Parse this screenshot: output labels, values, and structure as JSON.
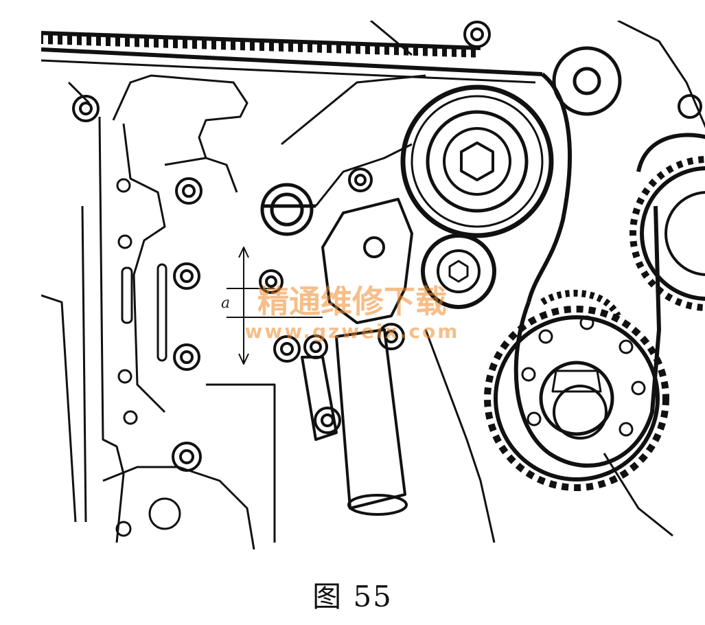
{
  "figure": {
    "caption": "图 55",
    "dimension_label": "a",
    "watermark": {
      "title": "精通维修下载",
      "url": "www.gzweix.com"
    },
    "colors": {
      "line": "#111111",
      "background": "#ffffff",
      "watermark": "#f08a2a"
    }
  }
}
